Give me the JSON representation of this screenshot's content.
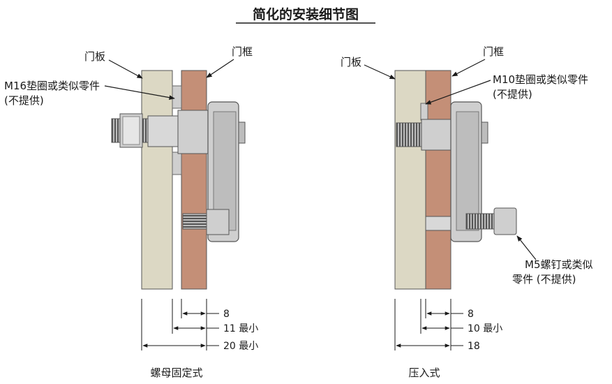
{
  "title": "简化的安装细节图",
  "left": {
    "panel_label": "门板",
    "frame_label": "门框",
    "washer_label_line1": "M16垫圈或类似零件",
    "washer_label_line2": "(不提供)",
    "dim_1": "8",
    "dim_2": "11 最小",
    "dim_3": "20 最小",
    "caption": "螺母固定式"
  },
  "right": {
    "panel_label": "门板",
    "frame_label": "门框",
    "washer_label_line1": "M10垫圈或类似零件",
    "washer_label_line2": "(不提供)",
    "screw_label_line1": "M5螺钉或类似",
    "screw_label_line2": "零件 (不提供)",
    "dim_1": "8",
    "dim_2": "10 最小",
    "dim_3": "18",
    "caption": "压入式"
  },
  "colors": {
    "panel": "#dcd8c4",
    "frame": "#c48f77",
    "metal": "#cfcfcf",
    "metal_dark": "#8d8d8d"
  }
}
